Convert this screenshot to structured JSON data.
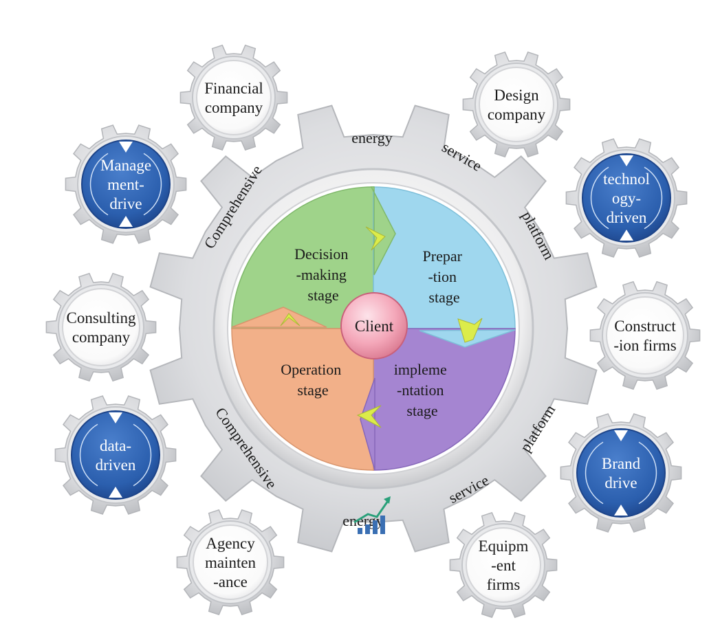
{
  "center": {
    "label": "Client"
  },
  "stages": [
    {
      "id": "decision",
      "lines": [
        "Decision",
        "-making",
        "stage"
      ],
      "color": "#9fd38a"
    },
    {
      "id": "preparation",
      "lines": [
        "Prepar",
        "-tion",
        "stage"
      ],
      "color": "#9fd7ee"
    },
    {
      "id": "implementation",
      "lines": [
        "impleme",
        "-ntation",
        "stage"
      ],
      "color": "#a585d1"
    },
    {
      "id": "operation",
      "lines": [
        "Operation",
        "stage"
      ],
      "color": "#f2b089"
    }
  ],
  "ring_words": {
    "energy_top": "energy",
    "service_top": "service",
    "platform_top": "platform",
    "comprehensive_top": "Comprehensive",
    "comprehensive_bottom": "Comprehensive",
    "energy_bottom": "energy",
    "service_bottom": "service",
    "platform_bottom": "platform"
  },
  "satellites": [
    {
      "id": "financial",
      "lines": [
        "Financial",
        "company"
      ],
      "style": "white"
    },
    {
      "id": "design",
      "lines": [
        "Design",
        "company"
      ],
      "style": "white"
    },
    {
      "id": "management",
      "lines": [
        "Manage",
        "ment-",
        "drive"
      ],
      "style": "blue"
    },
    {
      "id": "technology",
      "lines": [
        "technol",
        "ogy-",
        "driven"
      ],
      "style": "blue"
    },
    {
      "id": "consulting",
      "lines": [
        "Consulting",
        "company"
      ],
      "style": "white"
    },
    {
      "id": "construction",
      "lines": [
        "Construct",
        "-ion firms"
      ],
      "style": "white"
    },
    {
      "id": "data",
      "lines": [
        "data-",
        "driven"
      ],
      "style": "blue"
    },
    {
      "id": "brand",
      "lines": [
        "Brand",
        "drive"
      ],
      "style": "blue"
    },
    {
      "id": "agency",
      "lines": [
        "Agency",
        "mainten",
        "-ance"
      ],
      "style": "white"
    },
    {
      "id": "equipment",
      "lines": [
        "Equipm",
        "-ent",
        "firms"
      ],
      "style": "white"
    }
  ],
  "colors": {
    "gear_gray": "#d9dadc",
    "gear_edge": "#b9bbbe",
    "blue_face": "#2b5fae",
    "blue_dark": "#1d4489",
    "client_pink": "#f4a7b9",
    "arrow_yellow": "#dcec4a"
  },
  "icons": [
    "growth-chart-icon"
  ]
}
